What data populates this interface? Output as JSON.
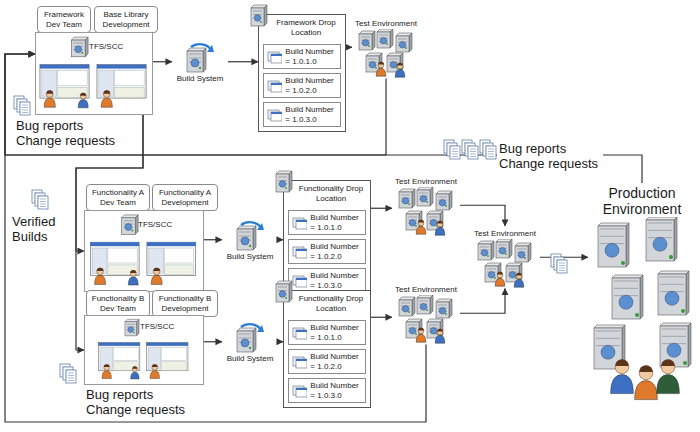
{
  "diagram": {
    "nodes": [
      {
        "text": [
          "Framework Dev Team"
        ]
      },
      {
        "text": [
          "Base Library Development"
        ]
      },
      {
        "text": [
          "TFS/SCC"
        ]
      },
      {
        "text": [
          "Build System"
        ]
      },
      {
        "text": [
          "Framework Drop Location"
        ]
      },
      {
        "text": [
          "Build Number = 1.0.1.0"
        ],
        "in": 4
      },
      {
        "text": [
          "Build Number = 1.0.2.0"
        ],
        "in": 4
      },
      {
        "text": [
          "Build Number = 1.0.3.0"
        ],
        "in": 4
      },
      {
        "text": [
          "Test Environment"
        ]
      },
      {
        "text": [
          "Functionality A Dev Team"
        ]
      },
      {
        "text": [
          "Functionality A Development"
        ]
      },
      {
        "text": [
          "TFS/SCC"
        ]
      },
      {
        "text": [
          "Build System"
        ]
      },
      {
        "text": [
          "Functionality Drop Location"
        ]
      },
      {
        "text": [
          "Build Number = 1.0.1.0"
        ],
        "in": 13
      },
      {
        "text": [
          "Build Number = 1.0.2.0"
        ],
        "in": 13
      },
      {
        "text": [
          "Build Number = 1.0.3.0"
        ],
        "in": 13
      },
      {
        "text": [
          "Test Environment"
        ]
      },
      {
        "text": [
          "Functionality B Dev Team"
        ]
      },
      {
        "text": [
          "Functionality B Development"
        ]
      },
      {
        "text": [
          "TFS/SCC"
        ]
      },
      {
        "text": [
          "Build System"
        ]
      },
      {
        "text": [
          "Functionality Drop Location"
        ]
      },
      {
        "text": [
          "Build Number = 1.0.1.0"
        ],
        "in": 22
      },
      {
        "text": [
          "Build Number = 1.0.2.0"
        ],
        "in": 22
      },
      {
        "text": [
          "Build Number = 1.0.3.0"
        ],
        "in": 22
      },
      {
        "text": [
          "Test Environment"
        ]
      },
      {
        "text": [
          "Test Environment"
        ]
      },
      {
        "text": [
          "Production Environment"
        ]
      }
    ],
    "edges": [
      {
        "from": 2,
        "to": 3,
        "arrow": "to"
      },
      {
        "from": 3,
        "to": 4,
        "arrow": "to"
      },
      {
        "from": 4,
        "to": 8,
        "arrow": "to"
      },
      {
        "from": 11,
        "to": 12,
        "arrow": "to"
      },
      {
        "from": 12,
        "to": 13,
        "arrow": "to"
      },
      {
        "from": 13,
        "to": 17,
        "arrow": "to"
      },
      {
        "from": 20,
        "to": 21,
        "arrow": "to"
      },
      {
        "from": 21,
        "to": 22,
        "arrow": "to"
      },
      {
        "from": 22,
        "to": 26,
        "arrow": "to"
      },
      {
        "from": 17,
        "to": 27,
        "arrow": "to"
      },
      {
        "from": 26,
        "to": 27,
        "arrow": "to"
      },
      {
        "from": 27,
        "to": 28,
        "arrow": "to"
      },
      {
        "from": 8,
        "to": 2,
        "label": "Bug reports Change requests",
        "arrow": "to"
      },
      {
        "from": 28,
        "to": 2,
        "label": "Bug reports Change requests",
        "arrow": "to"
      },
      {
        "from": 2,
        "to": 11,
        "label": "Verified Builds",
        "arrow": "to"
      },
      {
        "from": 2,
        "to": 20,
        "arrow": "to"
      },
      {
        "from": 26,
        "to": 2,
        "label": "Bug reports Change requests",
        "arrow": "to"
      }
    ]
  }
}
